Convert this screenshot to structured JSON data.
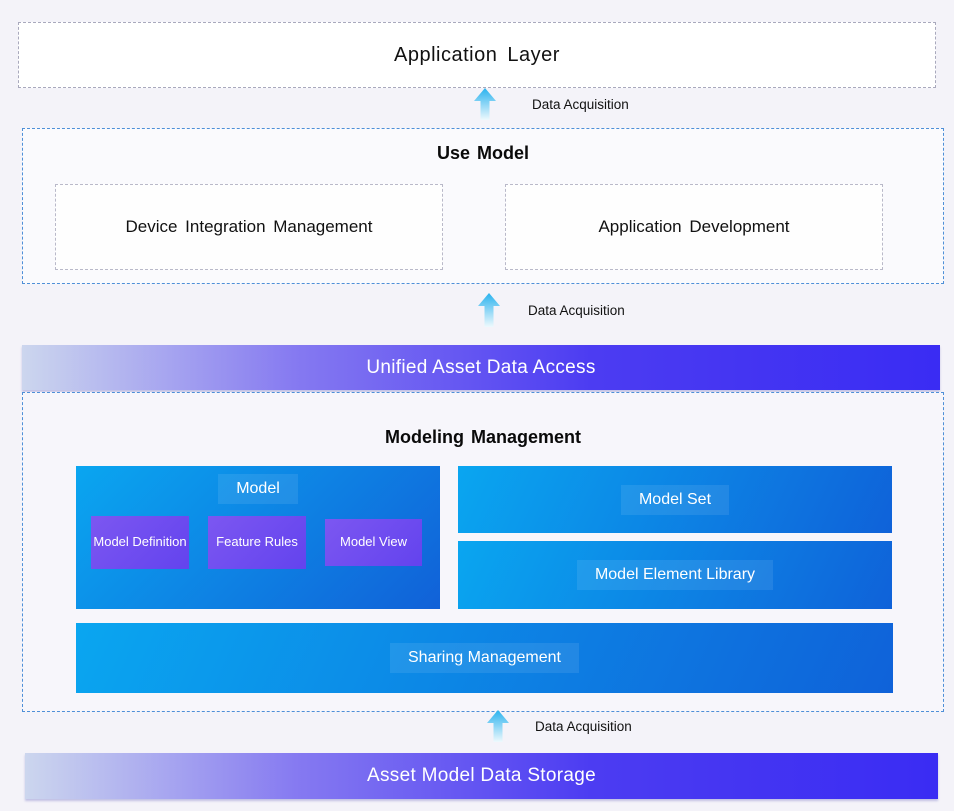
{
  "application_layer": {
    "label": "Application Layer"
  },
  "flow_arrows": [
    {
      "label": "Data Acquisition"
    },
    {
      "label": "Data Acquisition"
    },
    {
      "label": "Data Acquisition"
    }
  ],
  "use_model": {
    "title": "Use Model",
    "items": [
      {
        "label": "Device Integration Management"
      },
      {
        "label": "Application Development"
      }
    ]
  },
  "unified_access": {
    "label": "Unified Asset Data Access"
  },
  "modeling": {
    "title": "Modeling Management",
    "model": {
      "label": "Model",
      "children": [
        {
          "label": "Model Definition"
        },
        {
          "label": "Feature Rules"
        },
        {
          "label": "Model View"
        }
      ]
    },
    "model_set": {
      "label": "Model Set"
    },
    "model_element_library": {
      "label": "Model Element Library"
    },
    "sharing_management": {
      "label": "Sharing Management"
    }
  },
  "storage": {
    "label": "Asset Model Data Storage"
  },
  "colors": {
    "page_background": "#f4f3f9",
    "dashed_blue_border": "#4e8fd8",
    "dashed_gray_border": "#a9a9bd",
    "cyan_gradient_start": "#0aa6f0",
    "blue_gradient_end": "#0f62d9",
    "purple_block": "#6e4ef0",
    "indigo_bar_end": "#3a2cf3",
    "lavender_bar_start": "#ccd6ee",
    "arrow_cyan": "#29b2ee"
  }
}
